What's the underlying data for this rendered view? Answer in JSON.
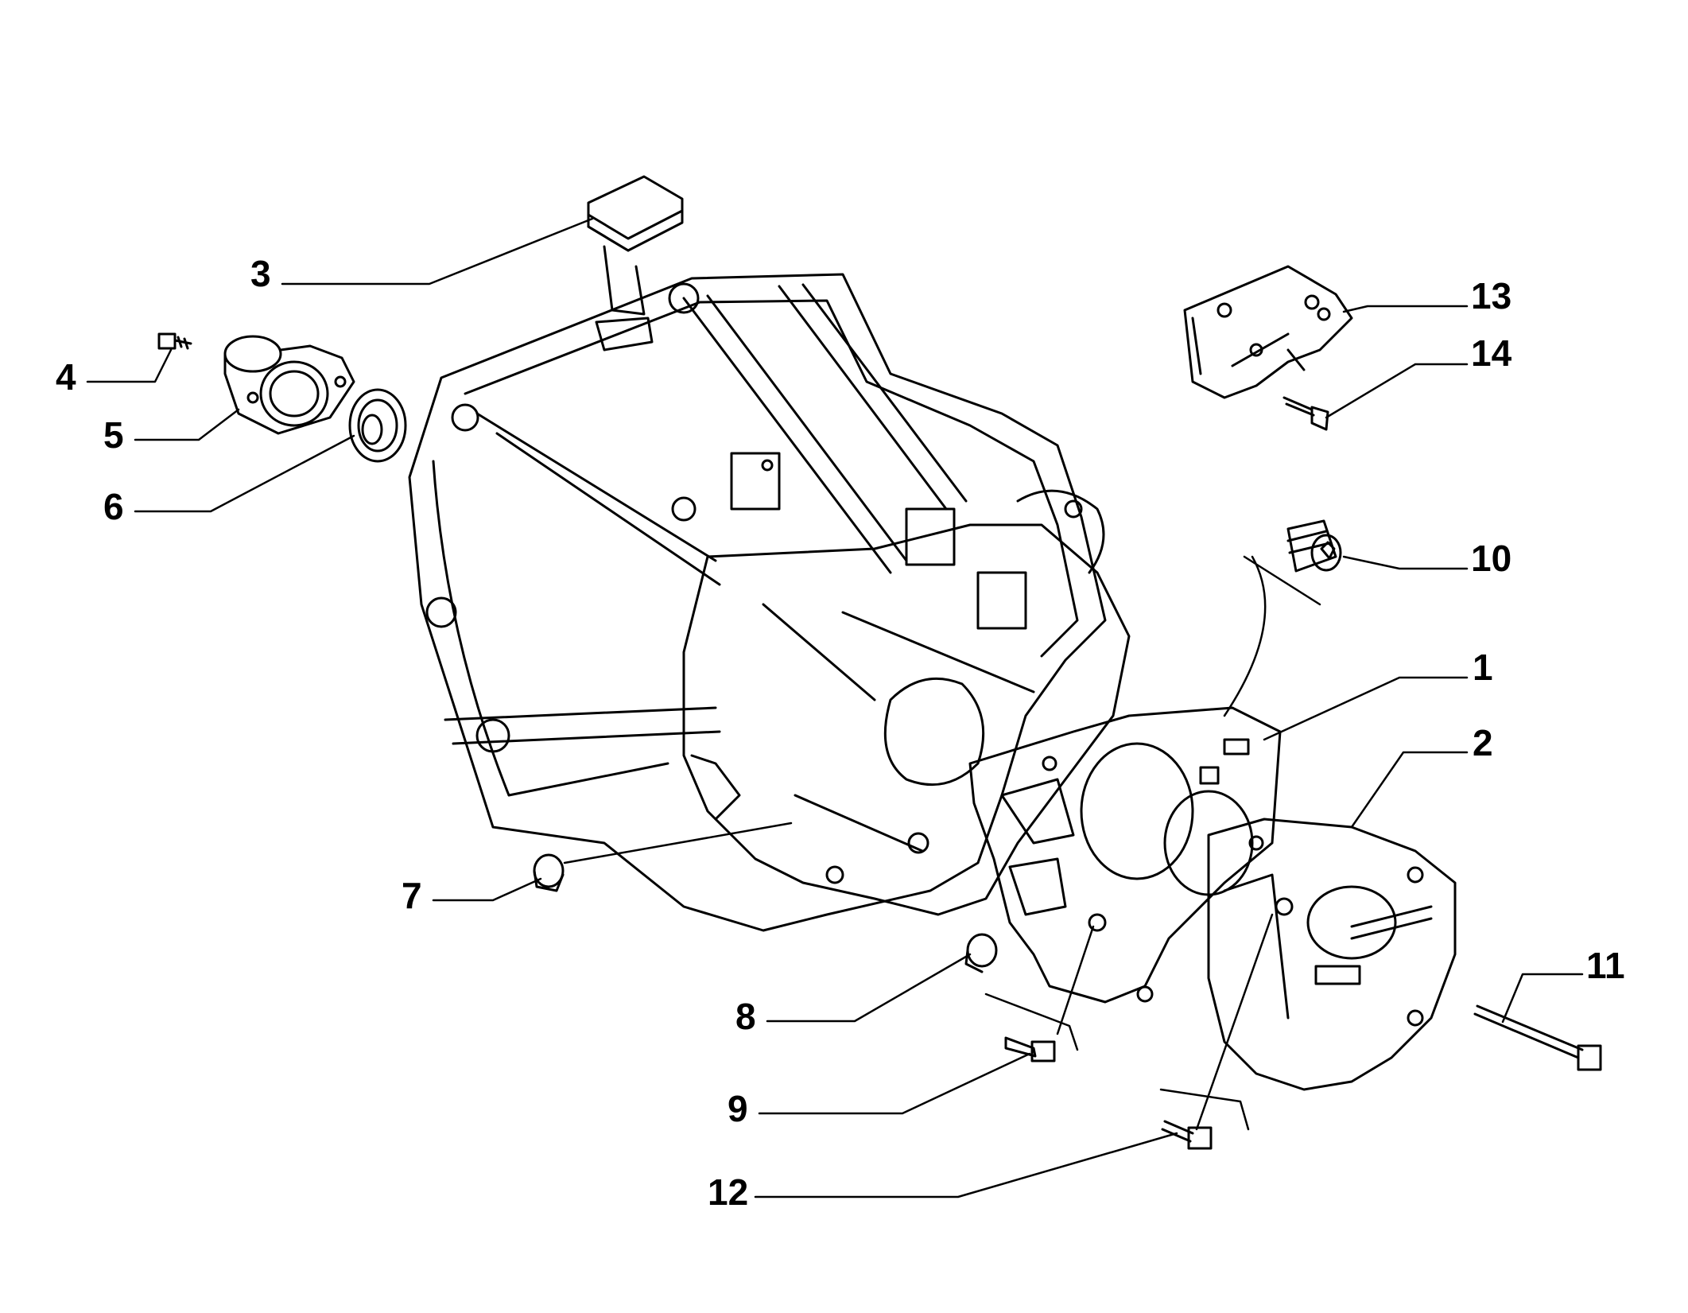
{
  "colors": {
    "ink": "#000000",
    "paper": "#ffffff"
  },
  "callouts": [
    {
      "id": "3",
      "label": "3"
    },
    {
      "id": "4",
      "label": "4"
    },
    {
      "id": "5",
      "label": "5"
    },
    {
      "id": "6",
      "label": "6"
    },
    {
      "id": "13",
      "label": "13"
    },
    {
      "id": "14",
      "label": "14"
    },
    {
      "id": "10",
      "label": "10"
    },
    {
      "id": "1",
      "label": "1"
    },
    {
      "id": "2",
      "label": "2"
    },
    {
      "id": "7",
      "label": "7"
    },
    {
      "id": "8",
      "label": "8"
    },
    {
      "id": "9",
      "label": "9"
    },
    {
      "id": "11",
      "label": "11"
    },
    {
      "id": "12",
      "label": "12"
    }
  ]
}
